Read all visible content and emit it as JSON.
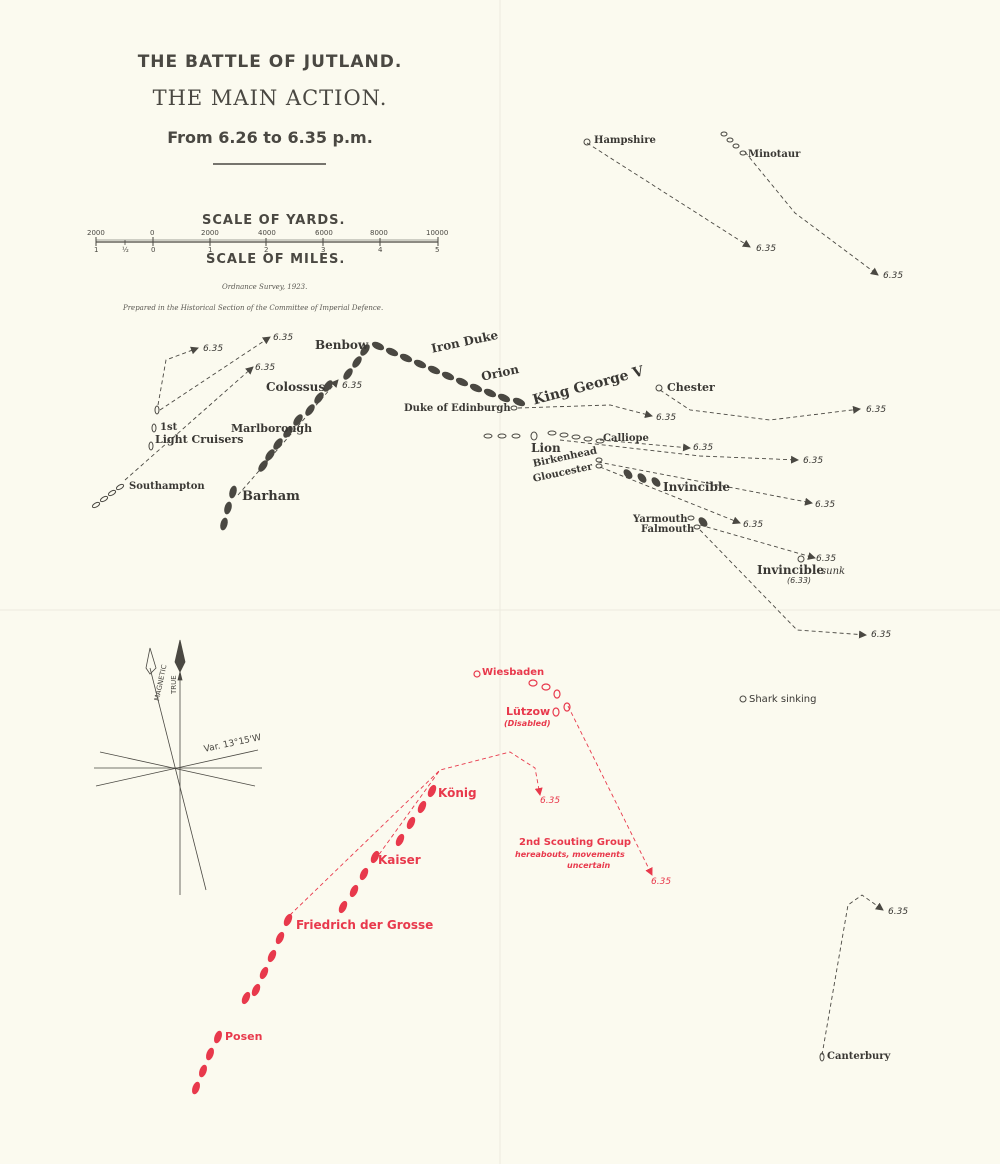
{
  "title": {
    "line1": "THE BATTLE OF JUTLAND.",
    "line2": "THE MAIN ACTION.",
    "line3": "From 6.26 to 6.35 p.m."
  },
  "scale": {
    "yards_label": "SCALE OF YARDS.",
    "miles_label": "SCALE OF MILES.",
    "yard_ticks": [
      "2000",
      "0",
      "2000",
      "4000",
      "6000",
      "8000",
      "10000"
    ],
    "mile_ticks": [
      "1",
      "½",
      "0",
      "1",
      "2",
      "3",
      "4",
      "5"
    ]
  },
  "notes": {
    "survey": "Ordnance Survey, 1923.",
    "prepared": "Prepared in the Historical Section of the Committee of Imperial Defence."
  },
  "compass": {
    "magnetic": "MAGNETIC",
    "true": "TRUE",
    "variation": "Var. 13°15'W"
  },
  "time_label": "6.35",
  "british_labels": {
    "hampshire": "Hampshire",
    "minotaur": "Minotaur",
    "benbow": "Benbow",
    "iron_duke": "Iron Duke",
    "orion": "Orion",
    "king_george_v": "King George V",
    "colossus": "Colossus",
    "marlborough": "Marlborough",
    "first_light_cruisers_a": "1st",
    "first_light_cruisers_b": "Light Cruisers",
    "southampton": "Southampton",
    "barham": "Barham",
    "chester": "Chester",
    "duke_of_edinburgh": "Duke of Edinburgh",
    "calliope": "Calliope",
    "lion": "Lion",
    "birkenhead": "Birkenhead",
    "gloucester": "Gloucester",
    "invincible": "Invincible",
    "yarmouth": "Yarmouth",
    "falmouth": "Falmouth",
    "invincible_sunk": "Invincible",
    "sunk_word": "sunk",
    "sunk_time": "(6.33)",
    "shark": "Shark sinking",
    "canterbury": "Canterbury"
  },
  "german_labels": {
    "wiesbaden": "Wiesbaden",
    "lutzow": "Lützow",
    "disabled": "(Disabled)",
    "konig": "König",
    "kaiser": "Kaiser",
    "friedrich": "Friedrich der Grosse",
    "posen": "Posen",
    "scouting_1": "2nd Scouting Group",
    "scouting_2": "hereabouts, movements",
    "scouting_3": "uncertain"
  },
  "colors": {
    "british": "#4a4842",
    "german": "#e8394c",
    "paper": "#fbfaef"
  }
}
